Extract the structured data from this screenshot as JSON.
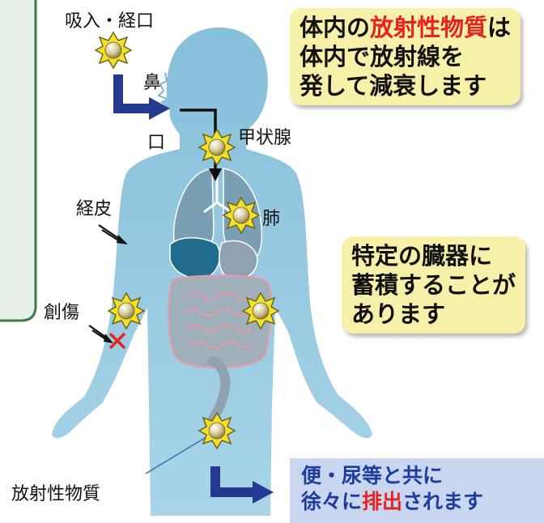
{
  "labels": {
    "intake": "吸入・経口",
    "nose": "鼻",
    "mouth": "口",
    "thyroid": "甲状腺",
    "lung": "肺",
    "skin": "経皮",
    "wound": "創傷",
    "substance": "放射性物質"
  },
  "notes": {
    "decay": {
      "pre": "体内の",
      "highlight": "放射性物質",
      "post": "は",
      "line2": "体内で放射線を",
      "line3": "発して減衰します"
    },
    "accumulate": {
      "line1": "特定の臓器に",
      "line2": "蓄積することが",
      "line3": "あります"
    },
    "excrete": {
      "line1": "便・尿等と共に",
      "pre": "徐々に",
      "highlight": "排出",
      "post": "されます"
    }
  },
  "colors": {
    "body": "#8fc5dd",
    "accent_red": "#e8231f",
    "arrow_navy": "#243a8e",
    "note_yellow": "#f7f0a8",
    "note_blue": "#c8d6ef"
  }
}
